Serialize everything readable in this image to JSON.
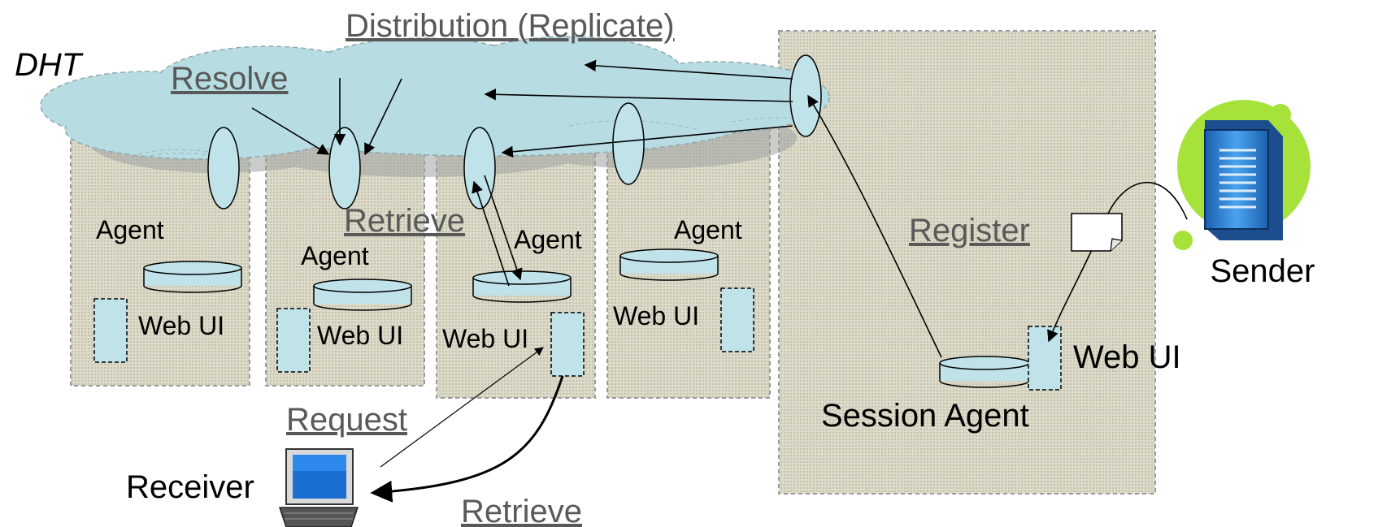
{
  "labels": {
    "dht": "DHT",
    "distribution": "Distribution (Replicate)",
    "resolve": "Resolve",
    "retrieve_top": "Retrieve",
    "register": "Register",
    "request": "Request",
    "retrieve_bottom": "Retrieve",
    "sender": "Sender",
    "receiver": "Receiver",
    "session_agent": "Session Agent",
    "agent": "Agent",
    "web_ui": "Web UI"
  },
  "colors": {
    "cloud_fill": "#b7dde3",
    "box_fill": "#d8d6c4",
    "element_fill": "#bfe3e9",
    "sender_badge": "#a6e23a",
    "server_blue": "#2b7fd6",
    "link_text": "#595959"
  },
  "icons": {
    "sender": "server-icon",
    "receiver": "laptop-icon",
    "document": "document-icon"
  }
}
